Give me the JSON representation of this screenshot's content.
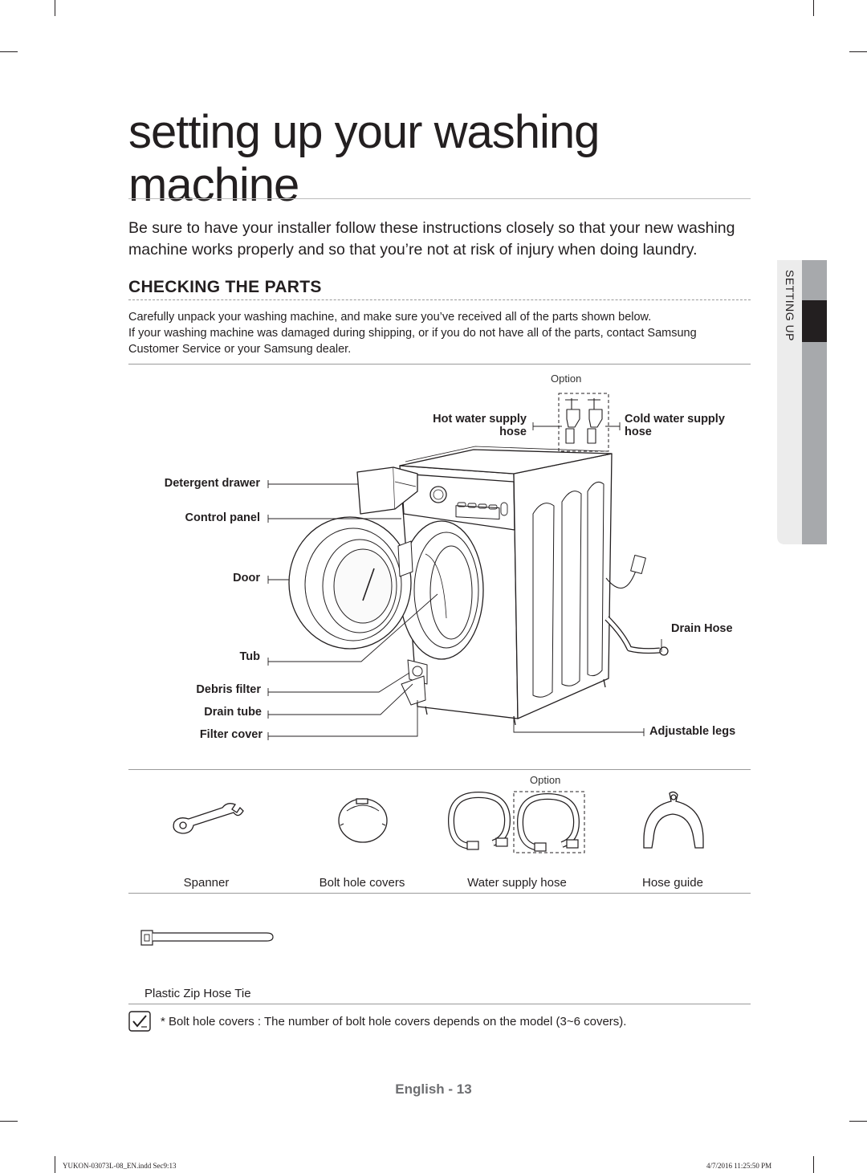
{
  "page": {
    "title_line1": "setting up your washing",
    "title_line2": "machine",
    "intro": "Be sure to have your installer follow these instructions closely so that your new washing machine works properly and so that you’re not at risk of injury when doing laundry.",
    "section_title": "CHECKING THE PARTS",
    "paragraph_1": "Carefully unpack your washing machine, and make sure you’ve received all of the parts shown below.",
    "paragraph_2": "If your washing machine was damaged during shipping, or if you do not have all of the parts, contact Samsung Customer Service or your Samsung dealer.",
    "side_tab": "SETTING UP"
  },
  "diagram": {
    "option_top": "Option",
    "labels": {
      "hot_water_1": "Hot water supply",
      "hot_water_2": "hose",
      "cold_water_1": "Cold water supply",
      "cold_water_2": "hose",
      "detergent_drawer": "Detergent drawer",
      "control_panel": "Control panel",
      "door": "Door",
      "tub": "Tub",
      "debris_filter": "Debris filter",
      "drain_tube": "Drain tube",
      "filter_cover": "Filter cover",
      "drain_hose": "Drain Hose",
      "adjustable_legs": "Adjustable legs"
    }
  },
  "parts": {
    "option_label": "Option",
    "items": [
      "Spanner",
      "Bolt hole covers",
      "Water supply hose",
      "Hose guide"
    ],
    "zip_tie": "Plastic Zip Hose Tie"
  },
  "note": "* Bolt hole covers : The number of bolt hole covers depends on the model (3~6 covers).",
  "footer": {
    "language": "English - 13",
    "file": "YUKON-03073L-08_EN.indd   Sec9:13",
    "date": "4/7/2016   11:25:50 PM"
  },
  "colors": {
    "text": "#231f20",
    "tab_gray": "#a7a9ac",
    "tab_light": "#ececec",
    "footer_gray": "#6d6e71"
  }
}
